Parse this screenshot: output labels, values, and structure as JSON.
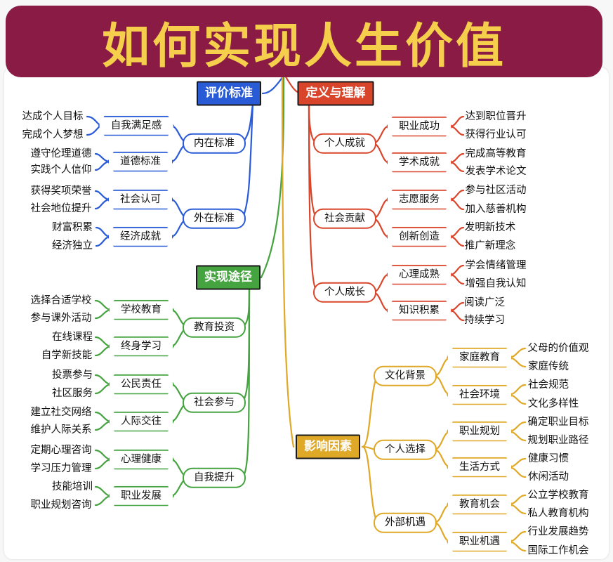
{
  "title": "如何实现人生价值",
  "colors": {
    "banner_bg": "#8a1b45",
    "banner_text": "#f5ce4c",
    "evaluation": "#2a5bd7",
    "definition": "#d9452b",
    "path": "#45a340",
    "influence": "#e0a827"
  },
  "categories": {
    "evaluation": "评价标准",
    "definition": "定义与理解",
    "path": "实现途径",
    "influence": "影响因素"
  },
  "evaluation": {
    "inner": {
      "label": "内在标准",
      "self": {
        "label": "自我满足感",
        "items": [
          "达成个人目标",
          "完成个人梦想"
        ]
      },
      "moral": {
        "label": "道德标准",
        "items": [
          "遵守伦理道德",
          "实践个人信仰"
        ]
      }
    },
    "outer": {
      "label": "外在标准",
      "social": {
        "label": "社会认可",
        "items": [
          "获得奖项荣誉",
          "社会地位提升"
        ]
      },
      "economic": {
        "label": "经济成就",
        "items": [
          "财富积累",
          "经济独立"
        ]
      }
    }
  },
  "definition": {
    "personal_success": {
      "label": "个人成就",
      "career": {
        "label": "职业成功",
        "items": [
          "达到职位晋升",
          "获得行业认可"
        ]
      },
      "academic": {
        "label": "学术成就",
        "items": [
          "完成高等教育",
          "发表学术论文"
        ]
      }
    },
    "social_contribution": {
      "label": "社会贡献",
      "volunteer": {
        "label": "志愿服务",
        "items": [
          "参与社区活动",
          "加入慈善机构"
        ]
      },
      "innovation": {
        "label": "创新创造",
        "items": [
          "发明新技术",
          "推广新理念"
        ]
      }
    },
    "personal_growth": {
      "label": "个人成长",
      "maturity": {
        "label": "心理成熟",
        "items": [
          "学会情绪管理",
          "增强自我认知"
        ]
      },
      "knowledge": {
        "label": "知识积累",
        "items": [
          "阅读广泛",
          "持续学习"
        ]
      }
    }
  },
  "path": {
    "education": {
      "label": "教育投资",
      "school": {
        "label": "学校教育",
        "items": [
          "选择合适学校",
          "参与课外活动"
        ]
      },
      "lifelong": {
        "label": "终身学习",
        "items": [
          "在线课程",
          "自学新技能"
        ]
      }
    },
    "participation": {
      "label": "社会参与",
      "civic": {
        "label": "公民责任",
        "items": [
          "投票参与",
          "社区服务"
        ]
      },
      "social": {
        "label": "人际交往",
        "items": [
          "建立社交网络",
          "维护人际关系"
        ]
      }
    },
    "improvement": {
      "label": "自我提升",
      "mental": {
        "label": "心理健康",
        "items": [
          "定期心理咨询",
          "学习压力管理"
        ]
      },
      "career": {
        "label": "职业发展",
        "items": [
          "技能培训",
          "职业规划咨询"
        ]
      }
    }
  },
  "influence": {
    "culture": {
      "label": "文化背景",
      "family": {
        "label": "家庭教育",
        "items": [
          "父母的价值观",
          "家庭传统"
        ]
      },
      "environment": {
        "label": "社会环境",
        "items": [
          "社会规范",
          "文化多样性"
        ]
      }
    },
    "choice": {
      "label": "个人选择",
      "career_plan": {
        "label": "职业规划",
        "items": [
          "确定职业目标",
          "规划职业路径"
        ]
      },
      "lifestyle": {
        "label": "生活方式",
        "items": [
          "健康习惯",
          "休闲活动"
        ]
      }
    },
    "external": {
      "label": "外部机遇",
      "edu_opp": {
        "label": "教育机会",
        "items": [
          "公立学校教育",
          "私人教育机构"
        ]
      },
      "job_opp": {
        "label": "职业机遇",
        "items": [
          "行业发展趋势",
          "国际工作机会"
        ]
      }
    }
  }
}
